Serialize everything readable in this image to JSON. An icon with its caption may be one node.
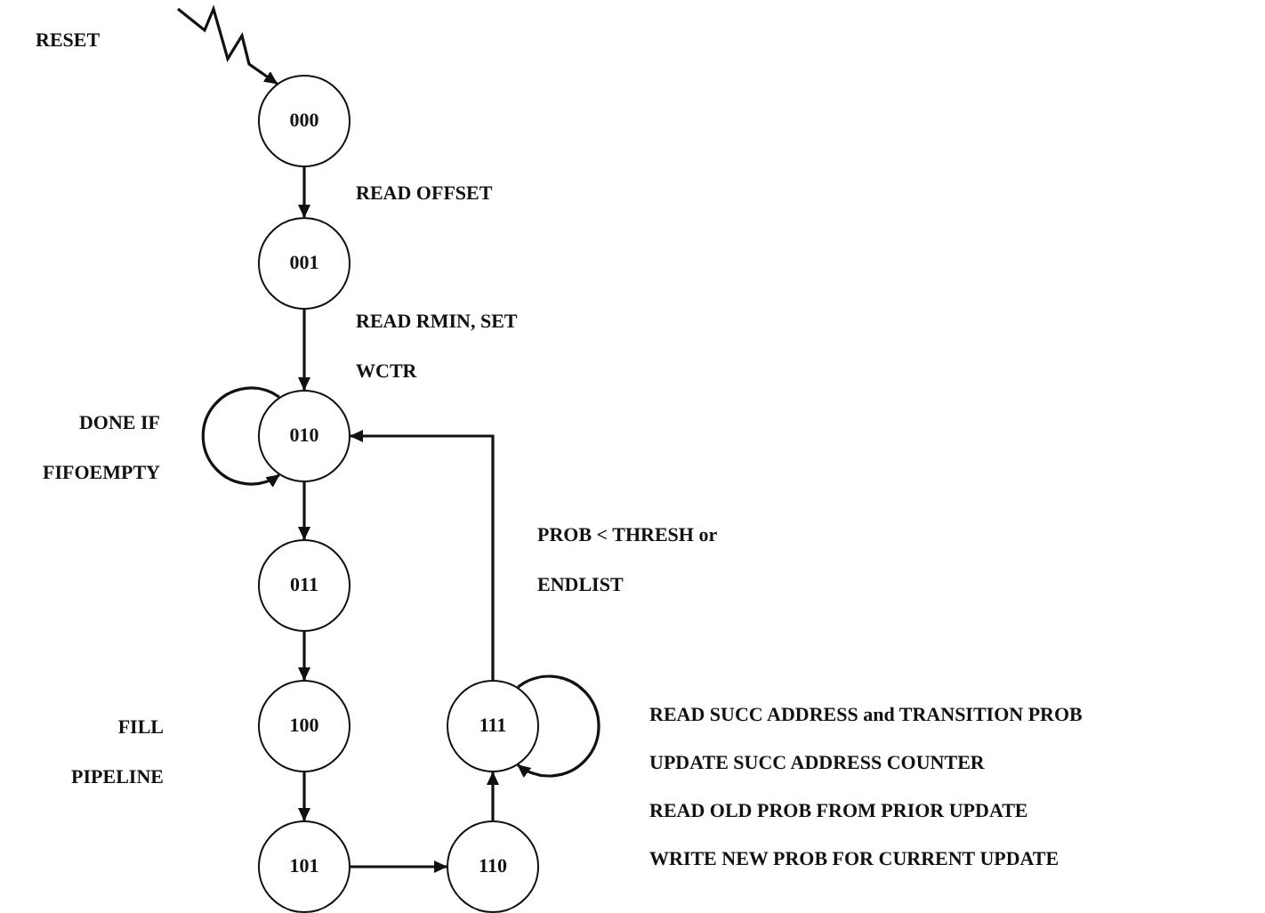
{
  "diagram": {
    "nodes": [
      {
        "text": [
          "RESET"
        ]
      },
      {
        "text": [
          "000"
        ]
      },
      {
        "text": [
          "001"
        ]
      },
      {
        "text": [
          "010"
        ]
      },
      {
        "text": [
          "011"
        ]
      },
      {
        "text": [
          "100"
        ]
      },
      {
        "text": [
          "101"
        ]
      },
      {
        "text": [
          "110"
        ]
      },
      {
        "text": [
          "111"
        ]
      }
    ],
    "edges": [
      {
        "from": 0,
        "to": 1,
        "arrow": "to"
      },
      {
        "from": 1,
        "to": 2,
        "arrow": "to",
        "label": "READ OFFSET"
      },
      {
        "from": 2,
        "to": 3,
        "arrow": "to",
        "label": "READ RMIN, SET WCTR"
      },
      {
        "from": 3,
        "to": 3,
        "arrow": "to"
      },
      {
        "from": 3,
        "to": 4,
        "arrow": "to"
      },
      {
        "from": 4,
        "to": 5,
        "arrow": "to"
      },
      {
        "from": 5,
        "to": 6,
        "arrow": "to"
      },
      {
        "from": 6,
        "to": 7,
        "arrow": "to"
      },
      {
        "from": 7,
        "to": 8,
        "arrow": "to"
      },
      {
        "from": 8,
        "to": 3,
        "arrow": "to",
        "label": "PROB < THRESH or ENDLIST"
      },
      {
        "from": 8,
        "to": 8,
        "arrow": "to"
      }
    ],
    "labels": [
      "DONE IF FIFOEMPTY",
      "FILL PIPELINE",
      "READ SUCC ADDRESS and TRANSITION PROB",
      "UPDATE SUCC ADDRESS COUNTER",
      "READ OLD PROB FROM PRIOR UPDATE",
      "WRITE NEW PROB FOR CURRENT UPDATE"
    ]
  }
}
